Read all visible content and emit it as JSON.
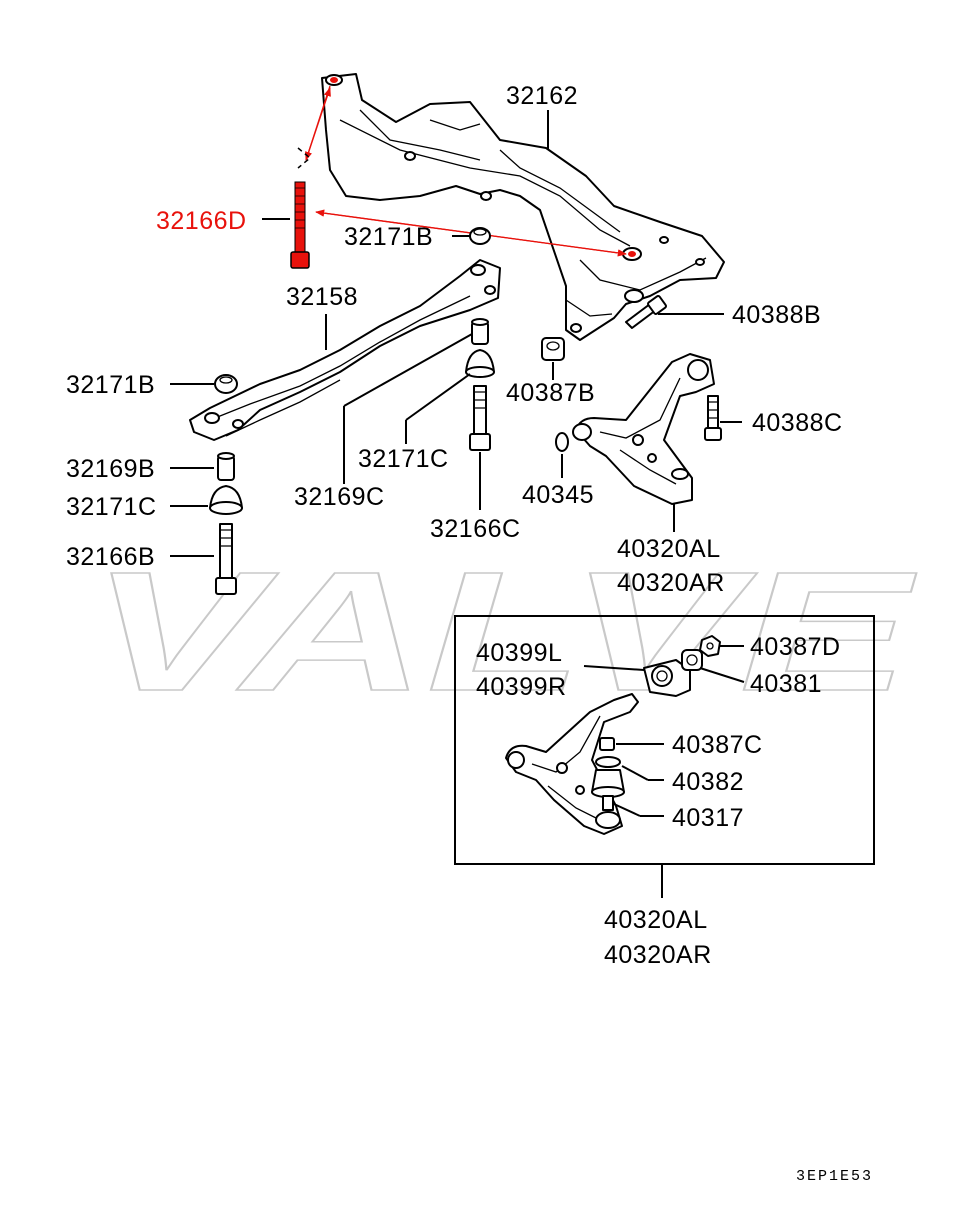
{
  "colors": {
    "highlight": "#e8120c",
    "line": "#000000",
    "watermark": "#c9c9c9"
  },
  "watermark": "VALVE",
  "labels": {
    "p32162": "32162",
    "p32166D": "32166D",
    "p32171B_top": "32171B",
    "p32158": "32158",
    "p40388B": "40388B",
    "p32171B_left": "32171B",
    "p40387B": "40387B",
    "p40388C": "40388C",
    "p32171C_mid": "32171C",
    "p32169B": "32169B",
    "p32169C": "32169C",
    "p40345": "40345",
    "p32171C_left": "32171C",
    "p32166C": "32166C",
    "p32166B": "32166B",
    "p40320AL_top": "40320AL",
    "p40320AR_top": "40320AR",
    "p40399L": "40399L",
    "p40399R": "40399R",
    "p40387D": "40387D",
    "p40381": "40381",
    "p40387C": "40387C",
    "p40382": "40382",
    "p40317": "40317",
    "p40320AL_bottom": "40320AL",
    "p40320AR_bottom": "40320AR"
  },
  "diagram_code": "3EP1E53"
}
